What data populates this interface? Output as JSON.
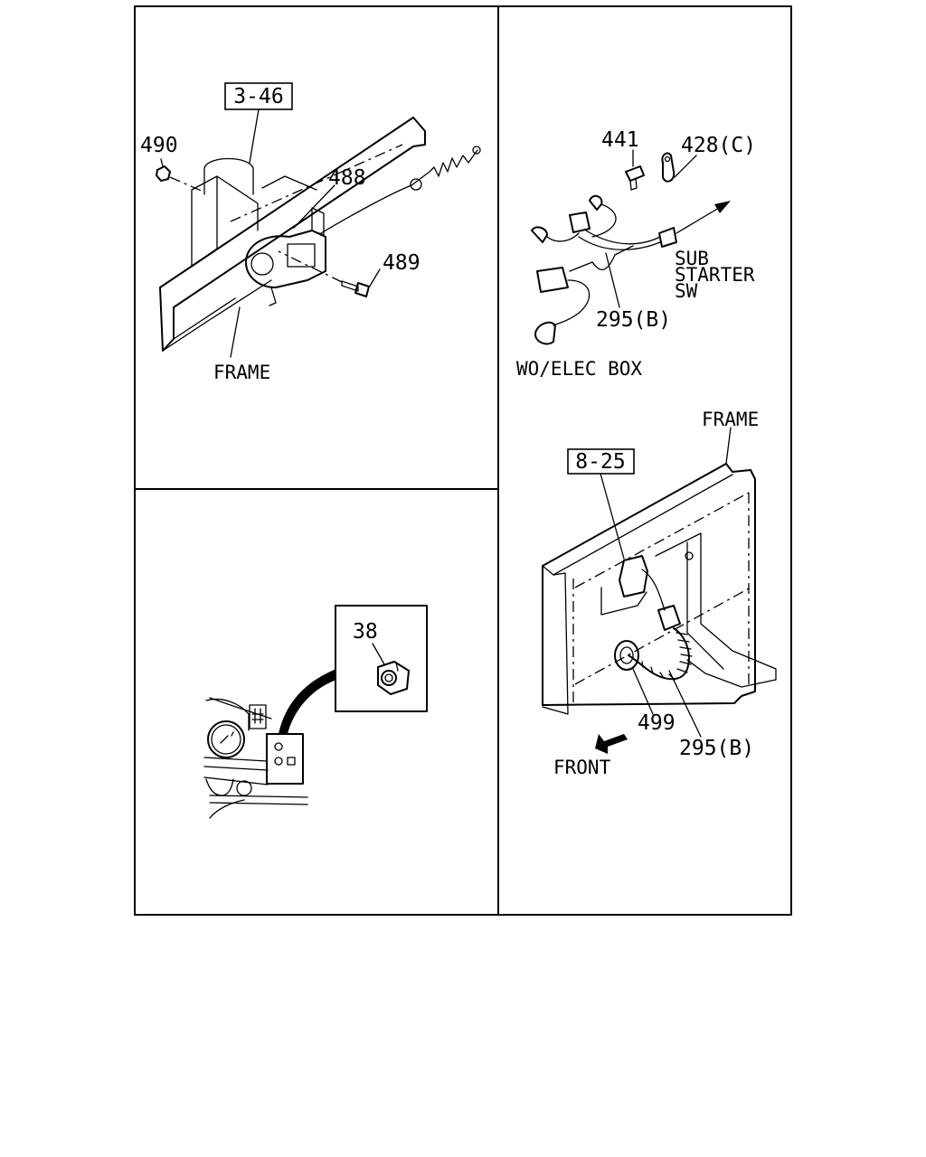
{
  "colors": {
    "ink": "#000000",
    "paper": "#ffffff"
  },
  "panel_top_left": {
    "ref_box": "3-46",
    "labels": {
      "p490": "490",
      "p488": "488",
      "p489": "489",
      "frame": "FRAME"
    }
  },
  "panel_top_right": {
    "labels": {
      "p441": "441",
      "p428c": "428(C)",
      "sub": "SUB",
      "starter": "STARTER",
      "sw": "SW",
      "p295b": "295(B)",
      "caption": "WO/ELEC BOX"
    }
  },
  "panel_bottom_right": {
    "frame": "FRAME",
    "ref_box": "8-25",
    "p499": "499",
    "p295b": "295(B)",
    "front": "FRONT"
  },
  "panel_bottom_left": {
    "p38": "38"
  }
}
